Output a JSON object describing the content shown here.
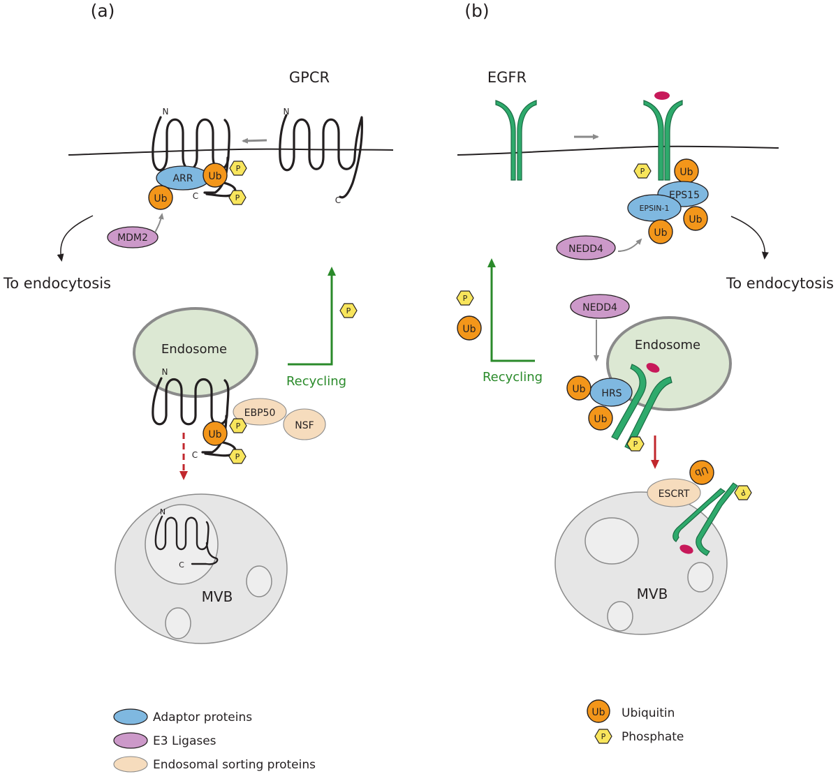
{
  "panels": {
    "a": {
      "label": "(a)",
      "receptor_title": "GPCR",
      "to_endocytosis": "To endocytosis",
      "endosome": "Endosome",
      "recycling": "Recycling",
      "mvb": "MVB",
      "arrestin": "ARR",
      "e3_ligase": "MDM2",
      "sorting_1": "EBP50",
      "sorting_2": "NSF",
      "n_term": "N",
      "c_term": "C"
    },
    "b": {
      "label": "(b)",
      "receptor_title": "EGFR",
      "to_endocytosis": "To endocytosis",
      "endosome": "Endosome",
      "recycling": "Recycling",
      "mvb": "MVB",
      "adaptor_1": "EPS15",
      "adaptor_2": "EPSIN-1",
      "adaptor_3": "HRS",
      "e3_ligase_1": "NEDD4",
      "e3_ligase_2": "NEDD4",
      "sorting": "ESCRT"
    }
  },
  "markers": {
    "ubiquitin": "Ub",
    "phosphate": "P"
  },
  "legend": {
    "left": [
      {
        "label": "Adaptor proteins",
        "color": "#7fb8e0"
      },
      {
        "label": "E3 Ligases",
        "color": "#cc99c9"
      },
      {
        "label": "Endosomal sorting proteins",
        "color": "#f6dcbd"
      }
    ],
    "right": [
      {
        "symbol": "Ub",
        "label": "Ubiquitin",
        "color": "#f3961a"
      },
      {
        "symbol": "P",
        "label": "Phosphate",
        "color": "#f8e55c"
      }
    ]
  },
  "colors": {
    "receptor_egfr": "#2eaa6c",
    "ligand": "#c7195a",
    "recycling": "#2a8a2a",
    "degradation_arrow": "#c1272d",
    "endosome_fill": "#dce8d3",
    "mvb_fill": "#e6e6e6"
  }
}
